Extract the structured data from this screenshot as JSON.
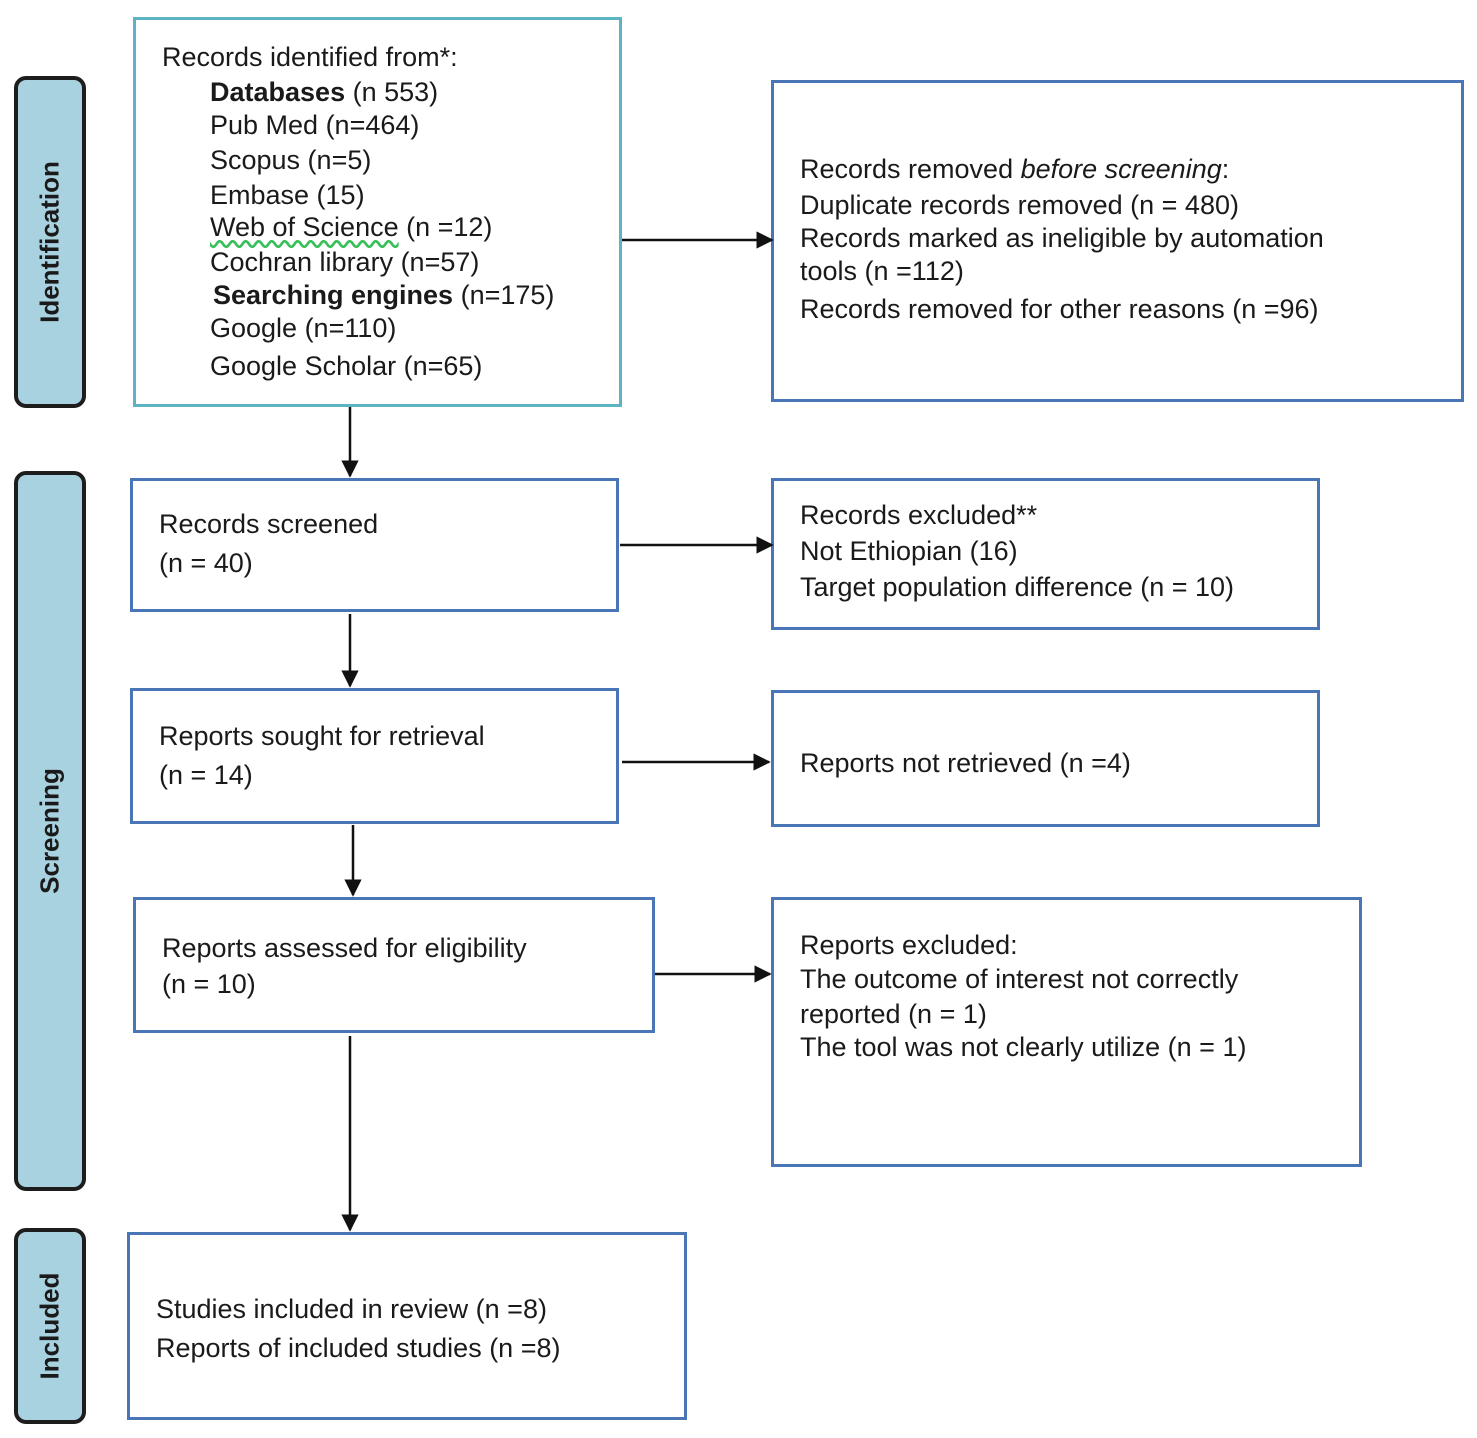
{
  "phases": {
    "identification": "Identification",
    "screening": "Screening",
    "included": "Included"
  },
  "identified": {
    "heading": "Records identified from*:",
    "databases_label": "Databases",
    "databases_count": "(n 553)",
    "pubmed": "Pub Med (n=464)",
    "scopus": "Scopus (n=5)",
    "embase": "Embase  (15)",
    "wos_label": "Web of  Science",
    "wos_count": " (n =12)",
    "cochrane": "Cochran library (n=57)",
    "engines_label": "Searching engines",
    "engines_count": " (n=175)",
    "google": "Google (n=110)",
    "scholar": "Google Scholar (n=65)"
  },
  "removed": {
    "prefix": "Records removed ",
    "prefix_em": "before screening",
    "prefix_end": ":",
    "duplicates": "Duplicate records removed (n = 480)",
    "automation_1": "Records marked as ineligible by automation",
    "automation_2": "tools (n =112)",
    "other": "Records removed for other reasons (n =96)"
  },
  "screened": {
    "label": "Records screened",
    "count": "(n = 40)"
  },
  "excluded": {
    "heading": "Records excluded**",
    "not_ethiopian": "Not Ethiopian (16)",
    "target_pop": "Target population difference (n = 10)"
  },
  "sought": {
    "label": "Reports sought for retrieval",
    "count": "(n = 14)"
  },
  "not_retrieved": {
    "label": "Reports not retrieved (n =4)"
  },
  "assessed": {
    "label": "Reports assessed for eligibility",
    "count": "(n = 10)"
  },
  "reports_excluded": {
    "heading": "Reports excluded:",
    "outcome_1": "The outcome of interest not correctly",
    "outcome_2": "reported (n = 1)",
    "tool": "The tool was not clearly utilize (n = 1)"
  },
  "included": {
    "studies": "Studies included in review (n =8)",
    "reports": "Reports of included studies (n =8)"
  },
  "colors": {
    "phase_fill": "#a9d2e0",
    "box_border": "#4a75b6",
    "teal_border": "#5cb3c4"
  }
}
